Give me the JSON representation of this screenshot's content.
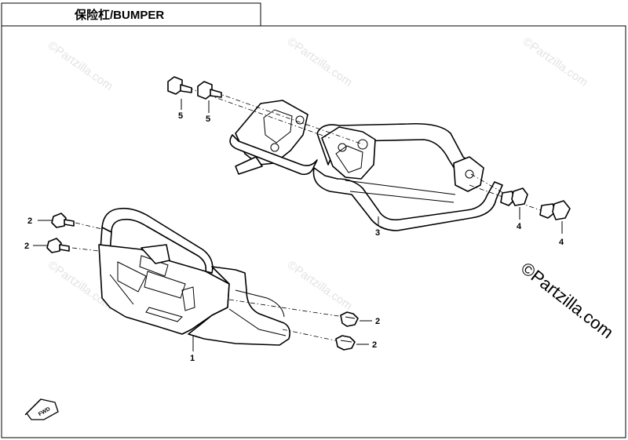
{
  "title": "保险杠/BUMPER",
  "watermark": "©Partzilla.com",
  "watermark_large": "©Partzilla.com",
  "callouts": {
    "c1": "1",
    "c2a": "2",
    "c2b": "2",
    "c2c": "2",
    "c2d": "2",
    "c3": "3",
    "c4a": "4",
    "c4b": "4",
    "c5a": "5",
    "c5b": "5"
  },
  "front_label": "FWD",
  "colors": {
    "line": "#000000",
    "watermark": "#e3e3e3",
    "background": "#ffffff"
  }
}
